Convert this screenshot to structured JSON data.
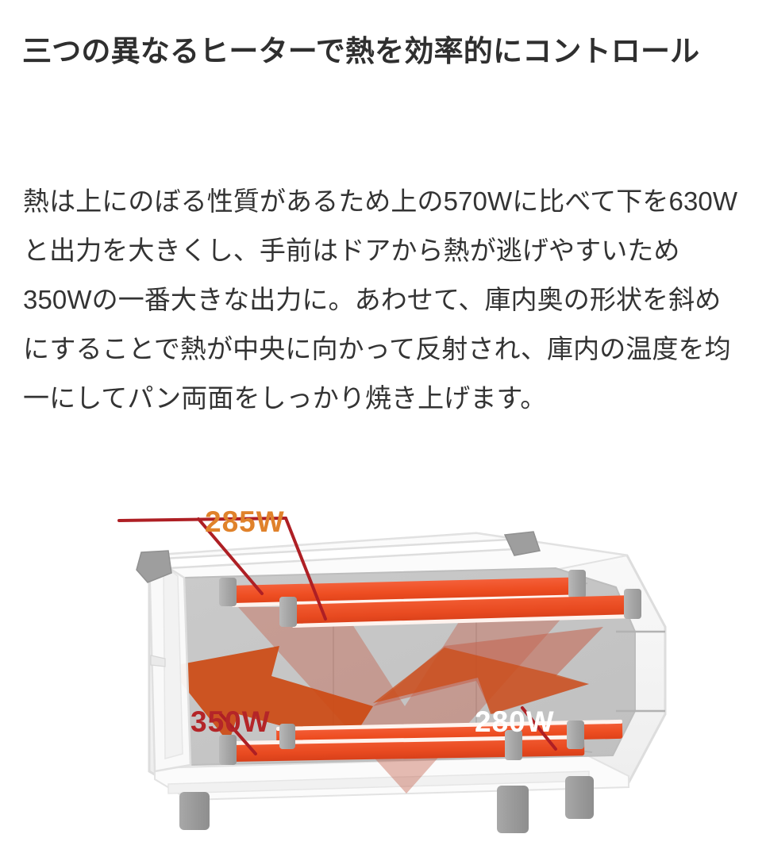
{
  "page": {
    "background_color": "#ffffff",
    "heading": "三つの異なるヒーターで熱を効率的にコントロール",
    "body_text": "熱は上にのぼる性質があるため上の570Wに比べて下を630Wと出力を大きくし、手前はドアから熱が逃げやすいため350Wの一番大きな出力に。あわせて、庫内奥の形状を斜めにすることで熱が中央に向かって反射され、庫内の温度を均一にしてパン両面をしっかり焼き上げます。"
  },
  "figure": {
    "name": "toaster-oven-heater-diagram",
    "description": "三つのヒーターを備えたトースターオーブンの透視図",
    "labels": {
      "top_heater": "285W",
      "front_heater": "350W",
      "rear_heater": "280W"
    },
    "colors": {
      "label_top": "#E0822B",
      "label_front": "#B42528",
      "label_rear": "#FFFFFF",
      "leader_line": "#AE1F24",
      "heater_bar": "#F0502A",
      "heater_bar_dark": "#E04A23",
      "bracket": "#A9A9A9",
      "body_shell": "#F2F2F2",
      "body_outline": "#D8D8D8",
      "interior": "#C7C7C7",
      "interior_dark": "#BFBFBF",
      "foot": "#9B9B9B",
      "arrow_light": "#C96A55",
      "arrow_dark": "#CC4A14",
      "text_dark": "#333333",
      "heading": "#2F2F2F"
    }
  }
}
